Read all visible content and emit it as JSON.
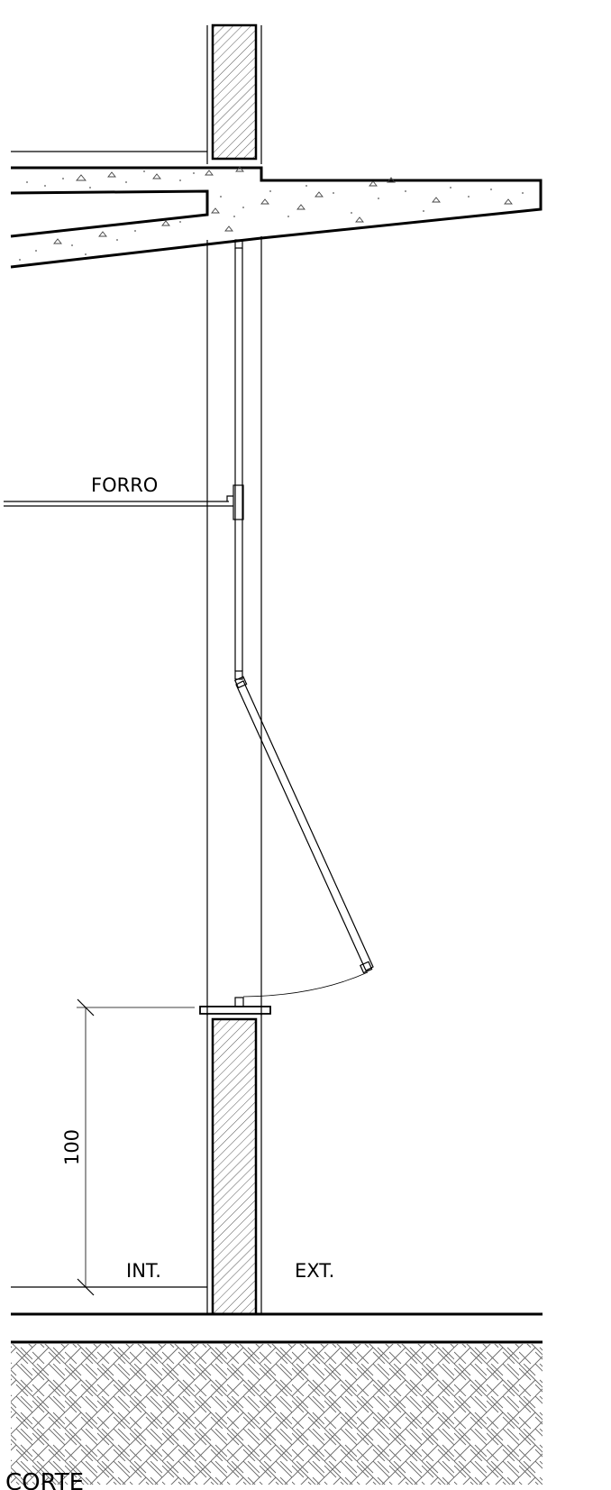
{
  "drawing": {
    "labels": {
      "ceiling": "FORRO",
      "interior": "INT.",
      "exterior": "EXT.",
      "dimension_sill": "100",
      "title": "CORTE"
    },
    "colors": {
      "line": "#000000",
      "background": "#ffffff",
      "hatch": "#555555"
    }
  }
}
